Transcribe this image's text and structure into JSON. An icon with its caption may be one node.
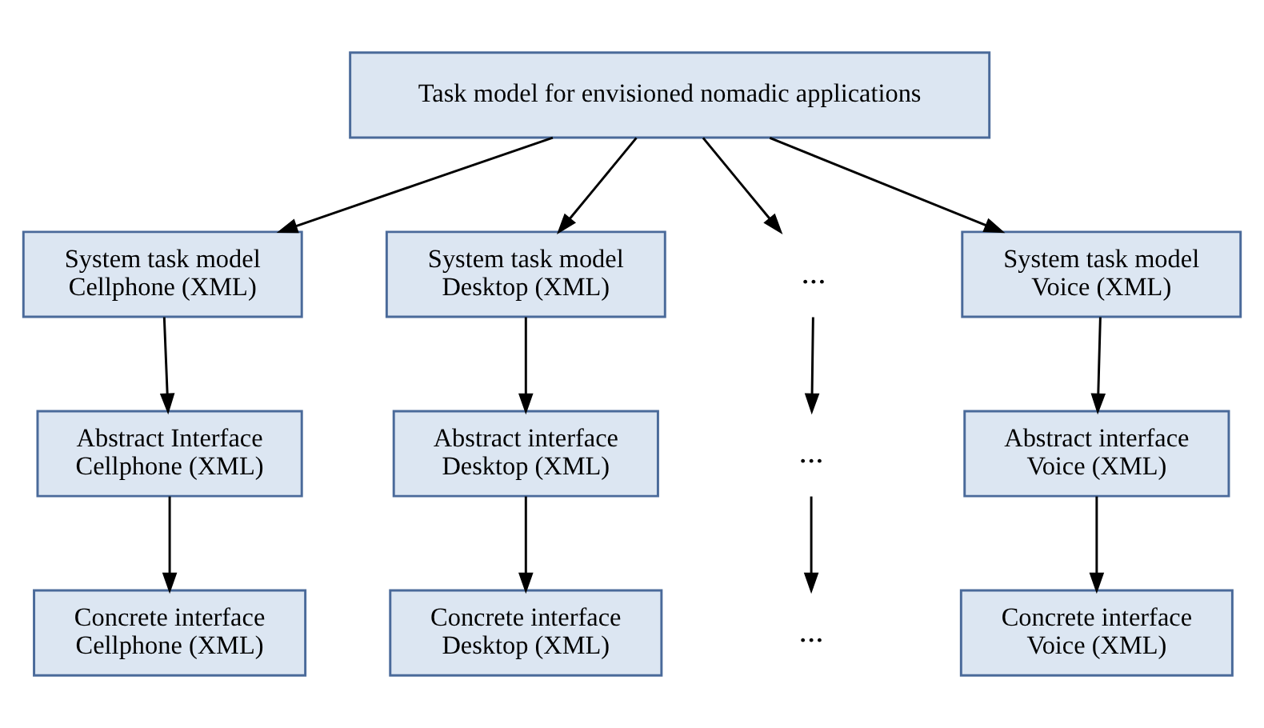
{
  "diagram": {
    "nodes": [
      {
        "text": [
          "Task model for envisioned nomadic applications"
        ]
      },
      {
        "text": [
          "System task model Cellphone (XML)"
        ]
      },
      {
        "text": [
          "System task model Desktop (XML)"
        ]
      },
      {
        "text": [
          "..."
        ]
      },
      {
        "text": [
          "System task model Voice (XML)"
        ]
      },
      {
        "text": [
          "Abstract Interface Cellphone (XML)"
        ]
      },
      {
        "text": [
          "Abstract interface Desktop (XML)"
        ]
      },
      {
        "text": [
          "..."
        ]
      },
      {
        "text": [
          "Abstract interface Voice (XML)"
        ]
      },
      {
        "text": [
          "Concrete interface Cellphone (XML)"
        ]
      },
      {
        "text": [
          "Concrete interface Desktop (XML)"
        ]
      },
      {
        "text": [
          "..."
        ]
      },
      {
        "text": [
          "Concrete interface Voice (XML)"
        ]
      }
    ],
    "edges": [
      {
        "from": 0,
        "to": 1,
        "arrow": "to"
      },
      {
        "from": 0,
        "to": 2,
        "arrow": "to"
      },
      {
        "from": 0,
        "to": 3,
        "arrow": "to"
      },
      {
        "from": 0,
        "to": 4,
        "arrow": "to"
      },
      {
        "from": 1,
        "to": 5,
        "arrow": "to"
      },
      {
        "from": 2,
        "to": 6,
        "arrow": "to"
      },
      {
        "from": 3,
        "to": 7,
        "arrow": "to"
      },
      {
        "from": 4,
        "to": 8,
        "arrow": "to"
      },
      {
        "from": 5,
        "to": 9,
        "arrow": "to"
      },
      {
        "from": 6,
        "to": 10,
        "arrow": "to"
      },
      {
        "from": 7,
        "to": 11,
        "arrow": "to"
      },
      {
        "from": 8,
        "to": 12,
        "arrow": "to"
      }
    ]
  }
}
